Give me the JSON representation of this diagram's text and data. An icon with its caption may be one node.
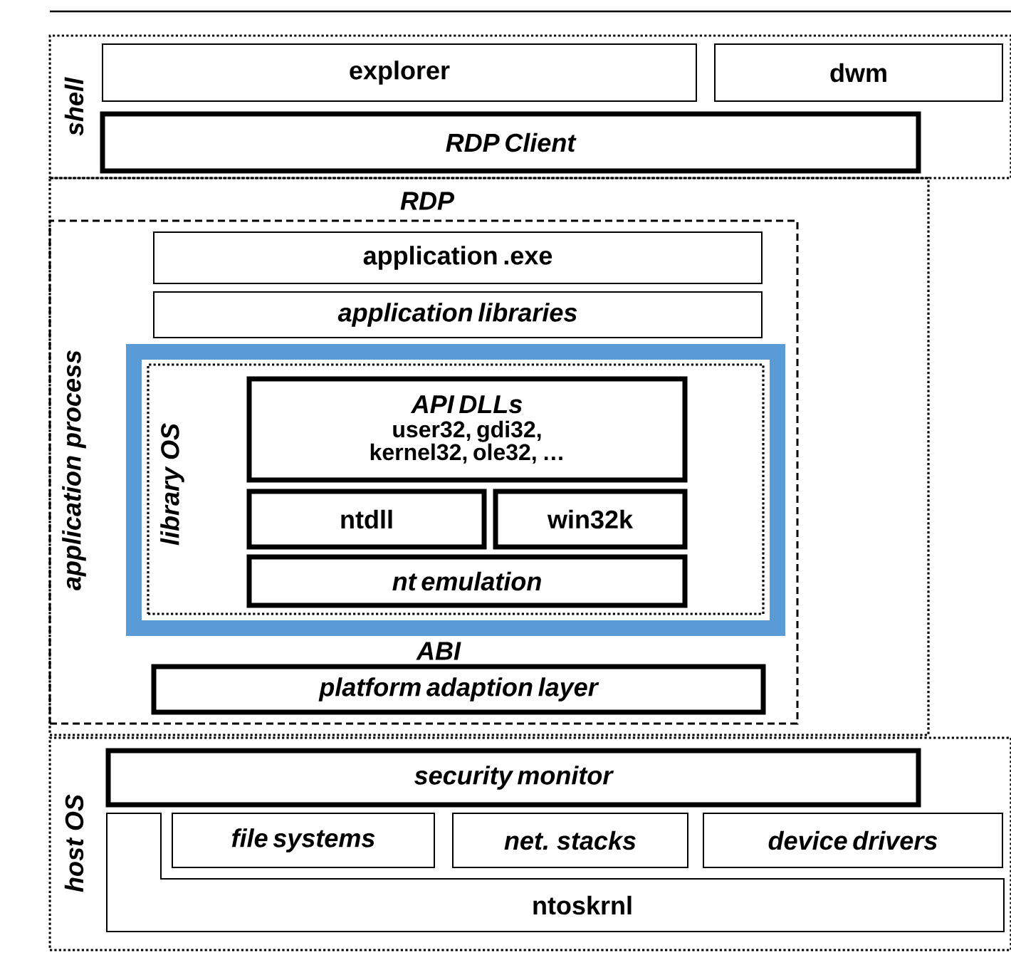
{
  "diagram": {
    "nodes": [
      {
        "text": [
          "shell"
        ]
      },
      {
        "text": [
          "explorer"
        ],
        "in": 0
      },
      {
        "text": [
          "dwm"
        ],
        "in": 0
      },
      {
        "text": [
          "RDP Client"
        ],
        "in": 0
      },
      {
        "text": [
          "RDP"
        ]
      },
      {
        "text": [
          "application process"
        ],
        "in": 4
      },
      {
        "text": [
          "application .exe"
        ],
        "in": 5
      },
      {
        "text": [
          "application libraries"
        ],
        "in": 5
      },
      {
        "text": [
          "library OS"
        ],
        "in": 5
      },
      {
        "text": [
          "API DLLs",
          "user32, gdi32, kernel32, ole32, …"
        ],
        "in": 8
      },
      {
        "text": [
          "ntdll"
        ],
        "in": 8
      },
      {
        "text": [
          "win32k"
        ],
        "in": 8
      },
      {
        "text": [
          "nt emulation"
        ],
        "in": 8
      },
      {
        "text": [
          "platform adaption layer"
        ],
        "in": 5
      },
      {
        "text": [
          "host OS"
        ]
      },
      {
        "text": [
          "security monitor"
        ],
        "in": 14
      },
      {
        "text": [
          "ntoskrnl"
        ],
        "in": 14
      },
      {
        "text": [
          "file systems"
        ],
        "in": 14
      },
      {
        "text": [
          "net. stacks"
        ],
        "in": 14
      },
      {
        "text": [
          "device drivers"
        ],
        "in": 14
      }
    ],
    "labels": [
      "ABI"
    ]
  }
}
